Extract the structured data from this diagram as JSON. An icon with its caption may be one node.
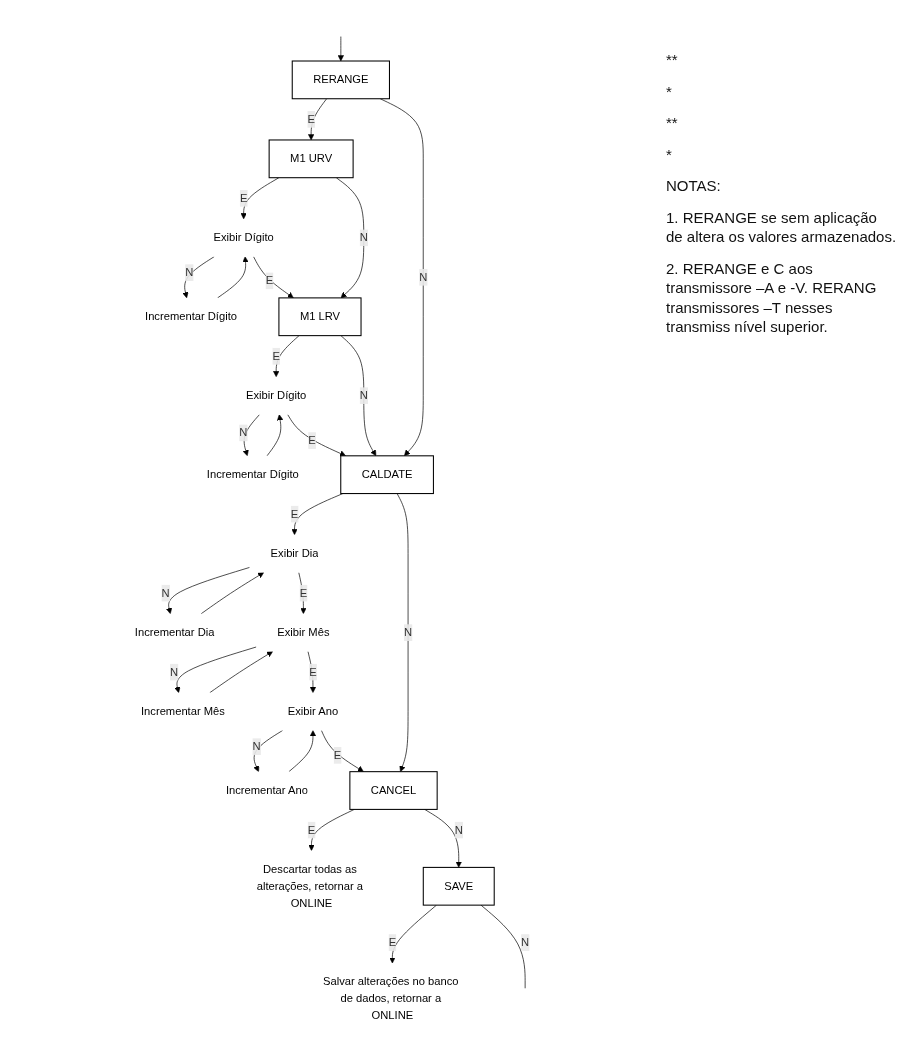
{
  "diagram": {
    "nodes": [
      {
        "text": [
          "RERANGE"
        ]
      },
      {
        "text": [
          "M1 URV"
        ]
      },
      {
        "text": [
          "Exibir Dígito"
        ]
      },
      {
        "text": [
          "Incrementar Dígito"
        ]
      },
      {
        "text": [
          "M1 LRV"
        ]
      },
      {
        "text": [
          "Exibir Dígito"
        ]
      },
      {
        "text": [
          "Incrementar Dígito"
        ]
      },
      {
        "text": [
          "CALDATE"
        ]
      },
      {
        "text": [
          "Exibir Dia"
        ]
      },
      {
        "text": [
          "Incrementar Dia"
        ]
      },
      {
        "text": [
          "Exibir Mês"
        ]
      },
      {
        "text": [
          "Incrementar Mês"
        ]
      },
      {
        "text": [
          "Exibir Ano"
        ]
      },
      {
        "text": [
          "Incrementar Ano"
        ]
      },
      {
        "text": [
          "CANCEL"
        ]
      },
      {
        "text": [
          "Descartar todas as alterações, retornar a ONLINE"
        ]
      },
      {
        "text": [
          "SAVE"
        ]
      },
      {
        "text": [
          "Salvar alterações no banco de dados, retornar a ONLINE"
        ]
      }
    ],
    "edges": [
      {
        "from": null,
        "to": 0,
        "arrow": "to"
      },
      {
        "from": 0,
        "to": 1,
        "arrow": "to",
        "label": "E"
      },
      {
        "from": 1,
        "to": 2,
        "arrow": "to",
        "label": "E"
      },
      {
        "from": 2,
        "to": 3,
        "arrow": "to",
        "label": "N"
      },
      {
        "from": 3,
        "to": 2,
        "arrow": "to"
      },
      {
        "from": 2,
        "to": 4,
        "arrow": "to",
        "label": "E"
      },
      {
        "from": 1,
        "to": 4,
        "arrow": "to",
        "label": "N"
      },
      {
        "from": 4,
        "to": 5,
        "arrow": "to",
        "label": "E"
      },
      {
        "from": 5,
        "to": 6,
        "arrow": "to",
        "label": "N"
      },
      {
        "from": 6,
        "to": 5,
        "arrow": "to"
      },
      {
        "from": 5,
        "to": 7,
        "arrow": "to",
        "label": "E"
      },
      {
        "from": 4,
        "to": 7,
        "arrow": "to",
        "label": "N"
      },
      {
        "from": 0,
        "to": 7,
        "arrow": "to",
        "label": "N"
      },
      {
        "from": 7,
        "to": 8,
        "arrow": "to",
        "label": "E"
      },
      {
        "from": 8,
        "to": 9,
        "arrow": "to",
        "label": "N"
      },
      {
        "from": 9,
        "to": 8,
        "arrow": "to"
      },
      {
        "from": 8,
        "to": 10,
        "arrow": "to",
        "label": "E"
      },
      {
        "from": 10,
        "to": 11,
        "arrow": "to",
        "label": "N"
      },
      {
        "from": 11,
        "to": 10,
        "arrow": "to"
      },
      {
        "from": 10,
        "to": 12,
        "arrow": "to",
        "label": "E"
      },
      {
        "from": 12,
        "to": 13,
        "arrow": "to",
        "label": "N"
      },
      {
        "from": 13,
        "to": 12,
        "arrow": "to"
      },
      {
        "from": 12,
        "to": 14,
        "arrow": "to",
        "label": "E"
      },
      {
        "from": 7,
        "to": 14,
        "arrow": "to",
        "label": "N"
      },
      {
        "from": 14,
        "to": 15,
        "arrow": "to",
        "label": "E"
      },
      {
        "from": 14,
        "to": 16,
        "arrow": "to",
        "label": "N"
      },
      {
        "from": 16,
        "to": 17,
        "arrow": "to",
        "label": "E"
      },
      {
        "from": 16,
        "to": null,
        "arrow": "none",
        "label": "N"
      }
    ],
    "labels": [
      "**",
      "*",
      "**",
      "*",
      "NOTAS:",
      "1. RERANGE se sem aplicação de altera os valores armazenados.",
      "2. RERANGE e C aos transmissore –A e -V. RERANG transmissores –T nesses transmiss nível superior."
    ]
  }
}
